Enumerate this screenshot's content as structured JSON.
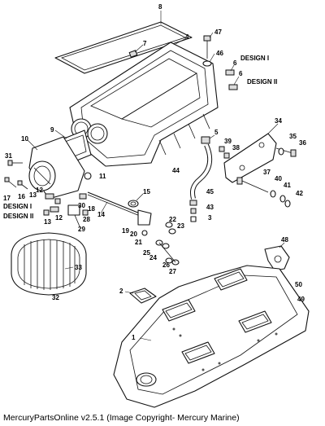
{
  "callouts": [
    {
      "id": "8",
      "label": "8"
    },
    {
      "id": "7",
      "label": "7"
    },
    {
      "id": "4",
      "label": "4"
    },
    {
      "id": "47",
      "label": "47"
    },
    {
      "id": "46",
      "label": "46"
    },
    {
      "id": "6a",
      "label": "6"
    },
    {
      "id": "6b",
      "label": "6"
    },
    {
      "id": "9",
      "label": "9"
    },
    {
      "id": "10",
      "label": "10"
    },
    {
      "id": "31",
      "label": "31"
    },
    {
      "id": "11",
      "label": "11"
    },
    {
      "id": "17",
      "label": "17"
    },
    {
      "id": "16",
      "label": "16"
    },
    {
      "id": "12a",
      "label": "12"
    },
    {
      "id": "13a",
      "label": "13"
    },
    {
      "id": "12b",
      "label": "12"
    },
    {
      "id": "13b",
      "label": "13"
    },
    {
      "id": "30",
      "label": "30"
    },
    {
      "id": "18",
      "label": "18"
    },
    {
      "id": "28",
      "label": "28"
    },
    {
      "id": "29",
      "label": "29"
    },
    {
      "id": "14",
      "label": "14"
    },
    {
      "id": "15",
      "label": "15"
    },
    {
      "id": "5",
      "label": "5"
    },
    {
      "id": "39",
      "label": "39"
    },
    {
      "id": "38",
      "label": "38"
    },
    {
      "id": "34",
      "label": "34"
    },
    {
      "id": "35",
      "label": "35"
    },
    {
      "id": "36",
      "label": "36"
    },
    {
      "id": "44",
      "label": "44"
    },
    {
      "id": "37",
      "label": "37"
    },
    {
      "id": "40",
      "label": "40"
    },
    {
      "id": "41",
      "label": "41"
    },
    {
      "id": "42",
      "label": "42"
    },
    {
      "id": "45",
      "label": "45"
    },
    {
      "id": "43",
      "label": "43"
    },
    {
      "id": "3",
      "label": "3"
    },
    {
      "id": "22",
      "label": "22"
    },
    {
      "id": "23",
      "label": "23"
    },
    {
      "id": "19",
      "label": "19"
    },
    {
      "id": "20",
      "label": "20"
    },
    {
      "id": "21",
      "label": "21"
    },
    {
      "id": "24",
      "label": "24"
    },
    {
      "id": "25",
      "label": "25"
    },
    {
      "id": "26",
      "label": "26"
    },
    {
      "id": "27",
      "label": "27"
    },
    {
      "id": "33",
      "label": "33"
    },
    {
      "id": "32",
      "label": "32"
    },
    {
      "id": "48",
      "label": "48"
    },
    {
      "id": "2",
      "label": "2"
    },
    {
      "id": "50",
      "label": "50"
    },
    {
      "id": "49",
      "label": "49"
    },
    {
      "id": "1",
      "label": "1"
    }
  ],
  "design_labels": {
    "design1_right": "DESIGN I",
    "design2_right": "DESIGN II",
    "design1_left": "DESIGN I",
    "design2_left": "DESIGN II"
  },
  "footer": {
    "text": "MercuryPartsOnline v2.5.1 (Image Copyright- Mercury Marine)"
  }
}
